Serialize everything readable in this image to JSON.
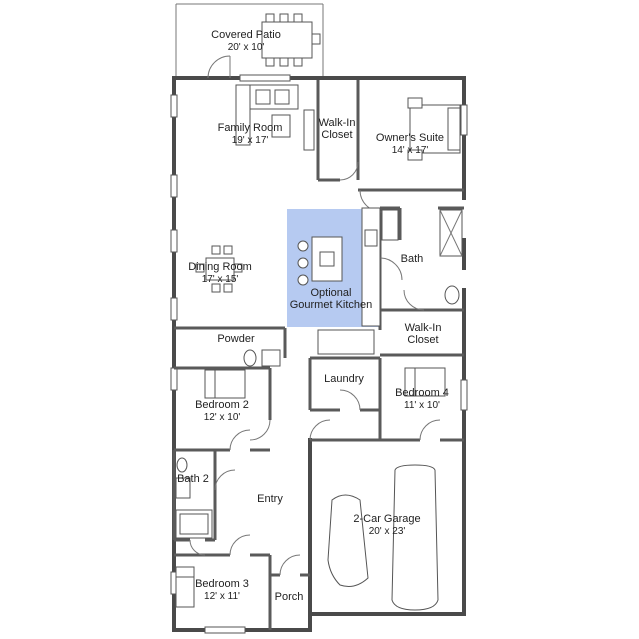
{
  "rooms": {
    "covered_patio": {
      "name": "Covered Patio",
      "dim": "20' x 10'"
    },
    "family_room": {
      "name": "Family Room",
      "dim": "19' x 17'"
    },
    "walk_in_closet_1": {
      "name": "Walk-In Closet"
    },
    "owners_suite": {
      "name": "Owner's Suite",
      "dim": "14' x 17'"
    },
    "bath": {
      "name": "Bath"
    },
    "dining_room": {
      "name": "Dining Room",
      "dim": "17' x 15'"
    },
    "kitchen": {
      "name": "Optional Gourmet Kitchen",
      "line1": "Optional",
      "line2": "Gourmet Kitchen",
      "highlight": "#aec4f0"
    },
    "walk_in_closet_2": {
      "line1": "Walk-In",
      "line2": "Closet"
    },
    "powder": {
      "name": "Powder"
    },
    "laundry": {
      "name": "Laundry"
    },
    "bedroom_2": {
      "name": "Bedroom 2",
      "dim": "12' x 10'"
    },
    "bedroom_4": {
      "name": "Bedroom 4",
      "dim": "11' x 10'"
    },
    "bath_2": {
      "name": "Bath 2"
    },
    "entry": {
      "name": "Entry"
    },
    "garage": {
      "name": "2-Car Garage",
      "dim": "20' x 23'"
    },
    "bedroom_3": {
      "name": "Bedroom 3",
      "dim": "12' x 11'"
    },
    "porch": {
      "name": "Porch"
    }
  },
  "closet_label": {
    "line1": "Walk-In",
    "line2": "Closet"
  }
}
